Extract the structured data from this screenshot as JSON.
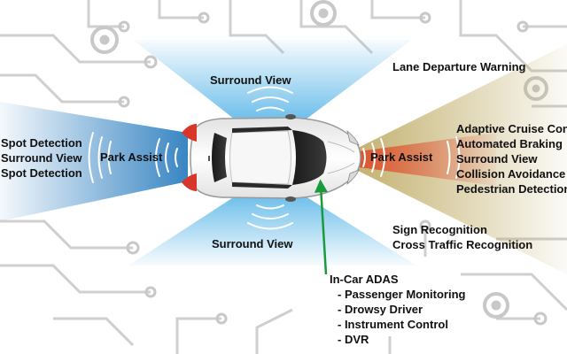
{
  "diagram": {
    "labels": {
      "surround_top": "Surround View",
      "surround_bottom": "Surround View",
      "lane_departure": "Lane Departure Warning",
      "park_assist_rear": "Park Assist",
      "park_assist_front": "Park Assist",
      "sign_recognition": "Sign Recognition",
      "cross_traffic": "Cross Traffic Recognition",
      "in_car_title": "In-Car ADAS"
    },
    "rear_list": [
      "Spot Detection",
      "Surround View",
      "Spot Detection"
    ],
    "front_list": [
      "Adaptive Cruise Control",
      "Automated Braking",
      "Surround View",
      "Collision Avoidance",
      "Pedestrian Detection"
    ],
    "in_car_list": [
      "- Passenger Monitoring",
      "- Drowsy Driver",
      "- Instrument Control",
      "- DVR"
    ],
    "colors": {
      "rear_zone": "#4a90c8",
      "surround_zone": "#6ec3ea",
      "front_wide_zone": "#c9b77a",
      "front_narrow_zone": "#e8664a",
      "arrow": "#1a9a3a",
      "car_body": "#f4f4f4",
      "circuit": "#c8c8c8"
    }
  }
}
